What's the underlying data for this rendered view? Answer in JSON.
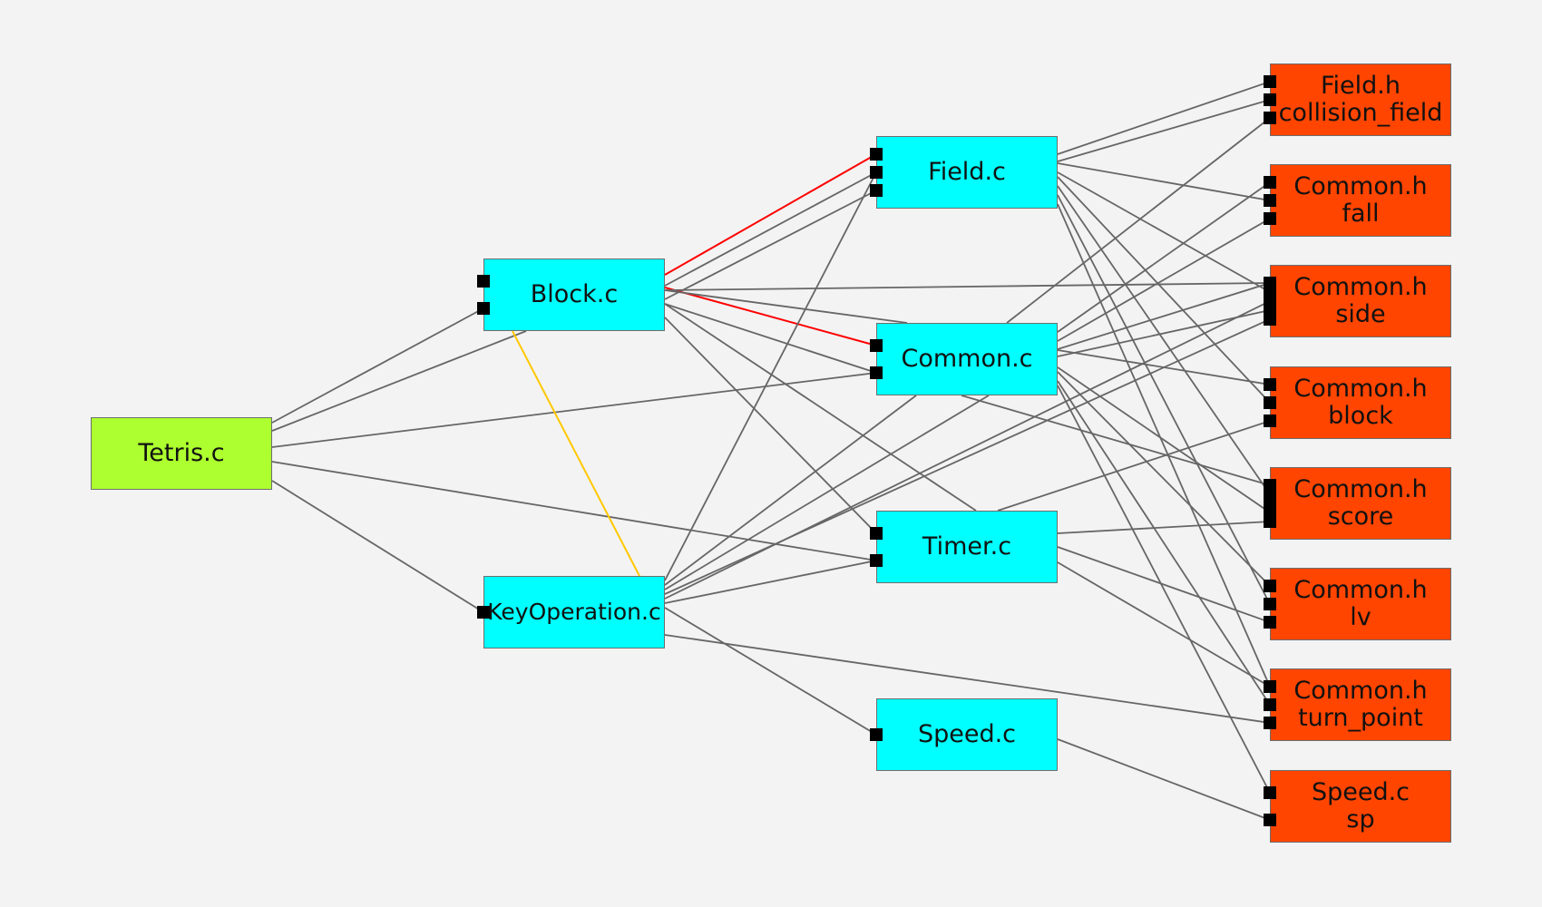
{
  "colors": {
    "background": "#f3f3f3",
    "root": "#adff2f",
    "source": "#00ffff",
    "variable": "#ff4500",
    "edge_default": "#666666",
    "edge_red": "#ff0000",
    "edge_yellow": "#ffc800"
  },
  "nodes": [
    {
      "id": "tetris",
      "kind": "root",
      "lines": [
        "Tetris.c"
      ]
    },
    {
      "id": "block",
      "kind": "source",
      "lines": [
        "Block.c"
      ]
    },
    {
      "id": "keyop",
      "kind": "source",
      "lines": [
        "KeyOperation.c"
      ]
    },
    {
      "id": "fieldc",
      "kind": "source",
      "lines": [
        "Field.c"
      ]
    },
    {
      "id": "commonc",
      "kind": "source",
      "lines": [
        "Common.c"
      ]
    },
    {
      "id": "timerc",
      "kind": "source",
      "lines": [
        "Timer.c"
      ]
    },
    {
      "id": "speedc",
      "kind": "source",
      "lines": [
        "Speed.c"
      ]
    },
    {
      "id": "v_collision",
      "kind": "variable",
      "lines": [
        "Field.h",
        "collision_field"
      ]
    },
    {
      "id": "v_fall",
      "kind": "variable",
      "lines": [
        "Common.h",
        "fall"
      ]
    },
    {
      "id": "v_side",
      "kind": "variable",
      "lines": [
        "Common.h",
        "side"
      ]
    },
    {
      "id": "v_block",
      "kind": "variable",
      "lines": [
        "Common.h",
        "block"
      ]
    },
    {
      "id": "v_score",
      "kind": "variable",
      "lines": [
        "Common.h",
        "score"
      ]
    },
    {
      "id": "v_lv",
      "kind": "variable",
      "lines": [
        "Common.h",
        "lv"
      ]
    },
    {
      "id": "v_turn",
      "kind": "variable",
      "lines": [
        "Common.h",
        "turn_point"
      ]
    },
    {
      "id": "v_sp",
      "kind": "variable",
      "lines": [
        "Speed.c",
        "sp"
      ]
    }
  ]
}
